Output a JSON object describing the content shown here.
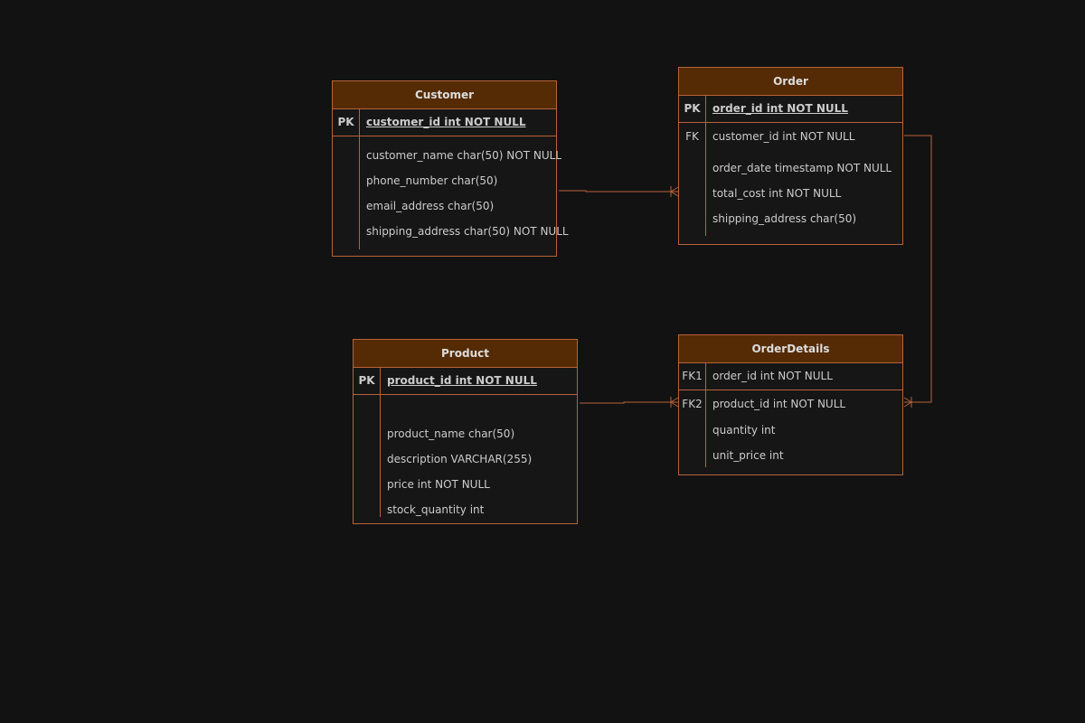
{
  "theme": {
    "background": "#121212",
    "header_fill": "#542b04",
    "stroke": "#b8623a",
    "text": "#cccccc"
  },
  "entities": {
    "customer": {
      "title": "Customer",
      "pk_label": "PK",
      "pk_field": "customer_id int NOT NULL",
      "attributes": [
        "customer_name char(50) NOT NULL",
        "phone_number char(50)",
        "email_address char(50)",
        "shipping_address char(50) NOT NULL"
      ]
    },
    "order": {
      "title": "Order",
      "pk_label": "PK",
      "pk_field": "order_id int NOT NULL",
      "fk_label": "FK",
      "fk_field": "customer_id int NOT NULL",
      "attributes": [
        "order_date timestamp NOT NULL",
        "total_cost int NOT NULL",
        "shipping_address char(50)"
      ]
    },
    "product": {
      "title": "Product",
      "pk_label": "PK",
      "pk_field": "product_id int NOT NULL",
      "attributes": [
        "product_name char(50)",
        "description VARCHAR(255)",
        "price int NOT NULL",
        "stock_quantity int"
      ]
    },
    "orderdetails": {
      "title": "OrderDetails",
      "fk1_label": "FK1",
      "fk1_field": "order_id int NOT NULL",
      "fk2_label": "FK2",
      "fk2_field": "product_id int NOT NULL",
      "attributes": [
        "quantity int",
        "unit_price int"
      ]
    }
  },
  "relationships": [
    {
      "from": "Customer",
      "to": "Order",
      "cardinality": "one-to-many"
    },
    {
      "from": "Order",
      "to": "OrderDetails",
      "cardinality": "one-to-many"
    },
    {
      "from": "Product",
      "to": "OrderDetails",
      "cardinality": "one-to-many"
    }
  ]
}
